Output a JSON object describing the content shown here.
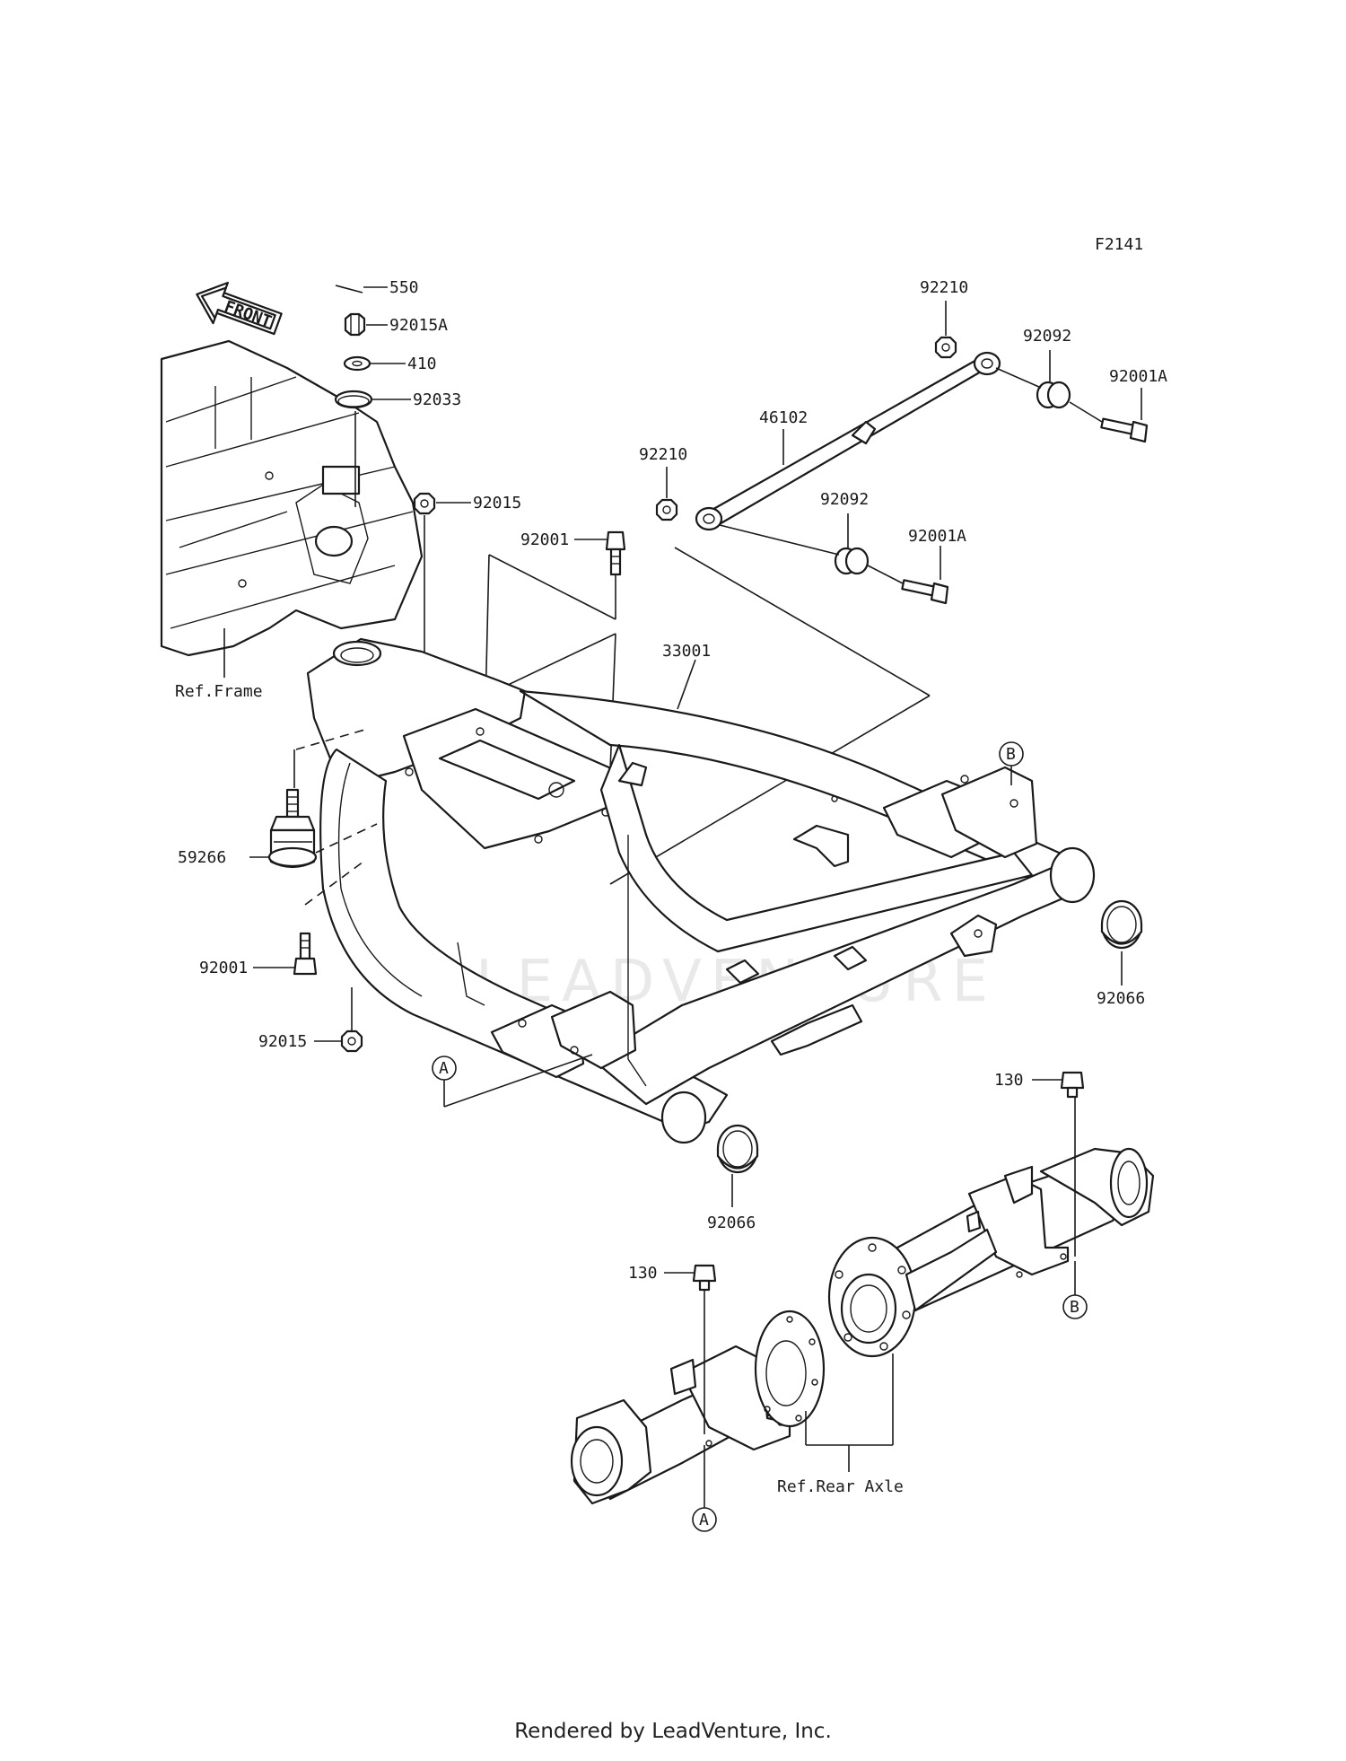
{
  "diagram": {
    "code": "F2141",
    "front_label": "FRONT",
    "watermark": "LEADVENTURE",
    "refs": {
      "frame": "Ref.Frame",
      "rear_axle": "Ref.Rear Axle"
    },
    "callouts": {
      "a": "A",
      "b": "B"
    },
    "part_labels": {
      "p550": "550",
      "p92015A": "92015A",
      "p410": "410",
      "p92033": "92033",
      "p92015_top": "92015",
      "p92015_bottom": "92015",
      "p92001_top": "92001",
      "p92001_left": "92001",
      "p59266": "59266",
      "p33001": "33001",
      "p46102": "46102",
      "p92210_upper": "92210",
      "p92210_lower": "92210",
      "p92092_upper": "92092",
      "p92092_lower": "92092",
      "p92001A_upper": "92001A",
      "p92001A_lower": "92001A",
      "p92066_right": "92066",
      "p92066_bottom": "92066",
      "p130_right": "130",
      "p130_left": "130"
    }
  },
  "footer": {
    "text": "Rendered by LeadVenture, Inc."
  }
}
